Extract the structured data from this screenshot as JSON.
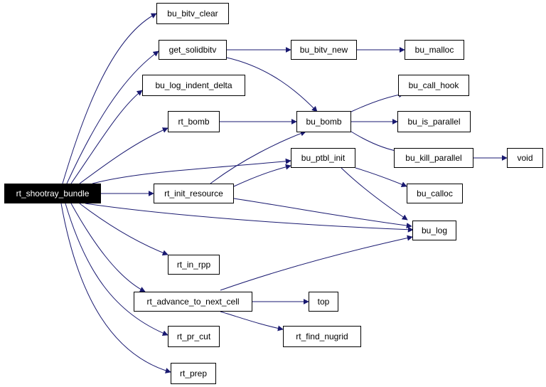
{
  "colors": {
    "edge": "#191970",
    "node_border": "#000000",
    "node_fill": "#ffffff",
    "root_fill": "#000000",
    "root_text": "#ffffff"
  },
  "nodes": {
    "rt_shootray_bundle": "rt_shootray_bundle",
    "bu_bitv_clear": "bu_bitv_clear",
    "get_solidbitv": "get_solidbitv",
    "bu_log_indent_delta": "bu_log_indent_delta",
    "rt_bomb": "rt_bomb",
    "rt_init_resource": "rt_init_resource",
    "rt_in_rpp": "rt_in_rpp",
    "rt_advance_to_next_cell": "rt_advance_to_next_cell",
    "rt_pr_cut": "rt_pr_cut",
    "rt_prep": "rt_prep",
    "bu_bitv_new": "bu_bitv_new",
    "bu_malloc": "bu_malloc",
    "bu_bomb": "bu_bomb",
    "bu_ptbl_init": "bu_ptbl_init",
    "bu_call_hook": "bu_call_hook",
    "bu_is_parallel": "bu_is_parallel",
    "bu_kill_parallel": "bu_kill_parallel",
    "void": "void",
    "bu_calloc": "bu_calloc",
    "bu_log": "bu_log",
    "top": "top",
    "rt_find_nugrid": "rt_find_nugrid"
  }
}
